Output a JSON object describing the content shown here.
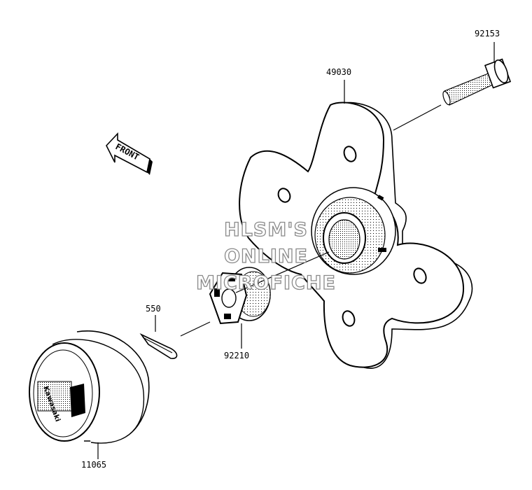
{
  "diagram": {
    "parts": [
      {
        "id": "part-92153",
        "number": "92153"
      },
      {
        "id": "part-49030",
        "number": "49030"
      },
      {
        "id": "part-550",
        "number": "550"
      },
      {
        "id": "part-92210",
        "number": "92210"
      },
      {
        "id": "part-11065",
        "number": "11065"
      }
    ],
    "front_arrow": "FRONT",
    "cap_logo": "Kawasaki",
    "watermark": [
      "HLSM'S",
      "ONLINE",
      "MICROFICHE"
    ]
  }
}
